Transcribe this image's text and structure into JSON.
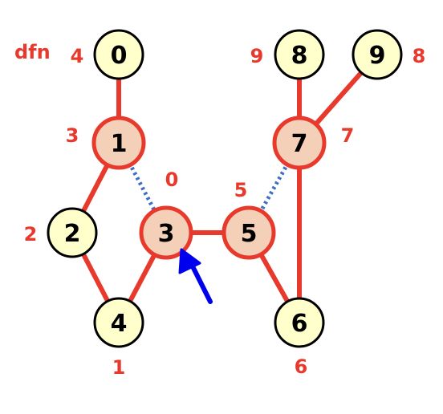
{
  "colors": {
    "edge": "#e8392d",
    "back_edge": "#3d6fc4",
    "plain_fill": "#ffffcc",
    "highlight_fill": "#f5d0b8",
    "stroke": "#000000",
    "highlight_stroke": "#e8392d",
    "label": "#e8392d",
    "arrow": "#0000ee"
  },
  "legend": {
    "dfn_text": "dfn"
  },
  "nodes": [
    {
      "id": "0",
      "label": "0",
      "dfn": "4",
      "highlight": false
    },
    {
      "id": "1",
      "label": "1",
      "dfn": "3",
      "highlight": true
    },
    {
      "id": "2",
      "label": "2",
      "dfn": "2",
      "highlight": false
    },
    {
      "id": "3",
      "label": "3",
      "dfn": "0",
      "highlight": true
    },
    {
      "id": "4",
      "label": "4",
      "dfn": "1",
      "highlight": false
    },
    {
      "id": "5",
      "label": "5",
      "dfn": "5",
      "highlight": true
    },
    {
      "id": "6",
      "label": "6",
      "dfn": "6",
      "highlight": false
    },
    {
      "id": "7",
      "label": "7",
      "dfn": "7",
      "highlight": true
    },
    {
      "id": "8",
      "label": "8",
      "dfn": "9",
      "highlight": false
    },
    {
      "id": "9",
      "label": "9",
      "dfn": "8",
      "highlight": false
    }
  ],
  "edges": [
    {
      "from": "0",
      "to": "1",
      "type": "tree"
    },
    {
      "from": "1",
      "to": "2",
      "type": "tree"
    },
    {
      "from": "2",
      "to": "4",
      "type": "tree"
    },
    {
      "from": "4",
      "to": "3",
      "type": "tree"
    },
    {
      "from": "3",
      "to": "5",
      "type": "tree"
    },
    {
      "from": "5",
      "to": "6",
      "type": "tree"
    },
    {
      "from": "6",
      "to": "7",
      "type": "tree"
    },
    {
      "from": "7",
      "to": "8",
      "type": "tree"
    },
    {
      "from": "7",
      "to": "9",
      "type": "tree"
    },
    {
      "from": "1",
      "to": "3",
      "type": "back"
    },
    {
      "from": "7",
      "to": "5",
      "type": "back"
    }
  ],
  "pointer": {
    "target": "3",
    "icon": "arrow-icon"
  }
}
